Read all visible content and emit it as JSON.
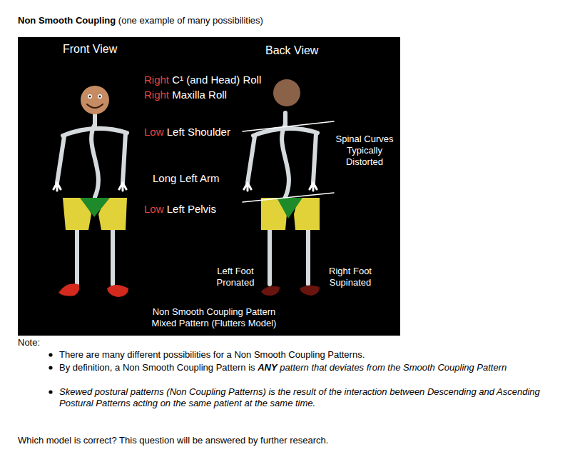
{
  "diagram": {
    "title": "Non Smooth Coupling",
    "labels": [
      "(one example of many possibilities)",
      "Front View",
      "Back View",
      "Right",
      "C¹ (and Head) Roll",
      "Right",
      "Maxilla Roll",
      "Low",
      "Left Shoulder",
      "Spinal Curves Typically Distorted",
      "Long Left Arm",
      "Low",
      "Left Pelvis",
      "Left Foot Pronated",
      "Right Foot Supinated",
      "Non Smooth Coupling Pattern",
      "Mixed Pattern (Flutters Model)",
      "Note:",
      "There are many different possibilities for a Non Smooth Coupling Patterns.",
      "By definition, a Non Smooth Coupling Pattern is",
      "ANY",
      "pattern that deviates from the Smooth Coupling Pattern",
      "Skewed postural patterns (Non Coupling Patterns) is the result of the interaction between Descending and Ascending Postural Patterns acting on the same patient at the same time.",
      "Which model is correct?  This question will be answered by further research."
    ]
  }
}
